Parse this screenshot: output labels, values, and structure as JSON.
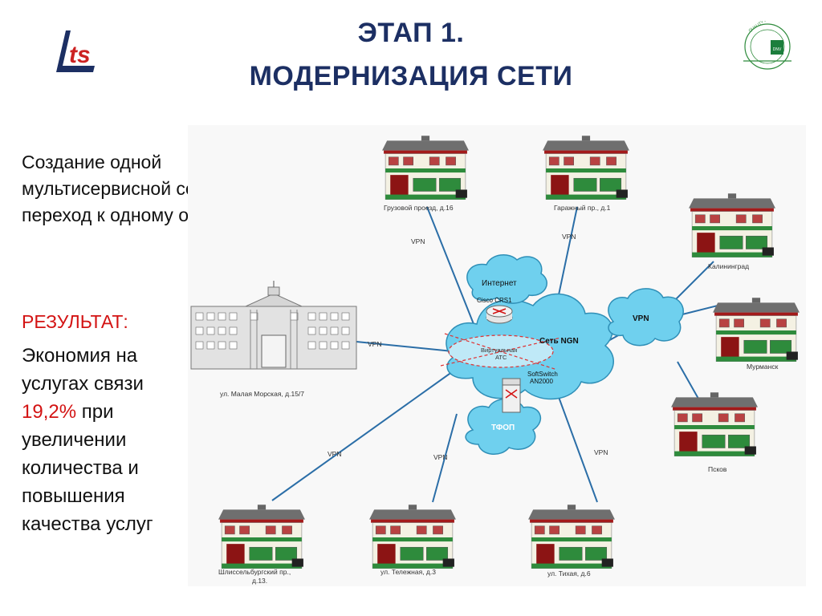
{
  "title": {
    "line1": "ЭТАП 1.",
    "line2": "МОДЕРНИЗАЦИЯ СЕТИ"
  },
  "logo": {
    "text": "ts",
    "brand_color": "#cc2222",
    "frame_color": "#1c2f63"
  },
  "certificate": {
    "text": "QUALITY SYSTEM CERTIFICATION",
    "badge": "DNV"
  },
  "intro": {
    "line1": "Создание одной",
    "line2": "мультисервисной сети (NGN) и",
    "line3": "переход к одному оператору."
  },
  "result": {
    "label": "РЕЗУЛЬТАТ:",
    "line1": "Экономия на",
    "line2": "услугах связи",
    "percent": "19,2%",
    "after_percent": " при",
    "line4": "увеличении",
    "line5": "количества и",
    "line6": "повышения",
    "line7": "качества услуг"
  },
  "diagram": {
    "clouds": {
      "internet": "Интернет",
      "router": "Cisco CRS1",
      "ngn": "Сеть NGN",
      "pbx_line1": "Виртуальная",
      "pbx_line2": "АТС",
      "softswitch_line1": "SoftSwitch",
      "softswitch_line2": "AN2000",
      "tfop": "ТФОП",
      "vpn": "VPN"
    },
    "link_label": "VPN",
    "hq": {
      "caption": "ул. Малая Морская, д.15/7"
    },
    "sites": [
      {
        "id": "gruzovoy",
        "caption": "Грузовой проезд, д.16"
      },
      {
        "id": "garazhny",
        "caption": "Гаражный пр., д.1"
      },
      {
        "id": "kaliningrad",
        "caption": "Калининград"
      },
      {
        "id": "murmansk",
        "caption": "Мурманск"
      },
      {
        "id": "pskov",
        "caption": "Псков"
      },
      {
        "id": "shlisselburg",
        "caption_line1": "Шлиссельбургский пр.,",
        "caption_line2": "д.13."
      },
      {
        "id": "telezhnaya",
        "caption": "ул. Тележная, д.3"
      },
      {
        "id": "tikhaya",
        "caption": "ул. Тихая, д.6"
      }
    ],
    "colors": {
      "cloud": "#6fd0ee",
      "cloud_stroke": "#2f8fb7",
      "link": "#2b6ea7",
      "roof": "#6f6f6f",
      "wall": "#f4f1e3",
      "green": "#2e8b3c",
      "brick": "#a31a1a",
      "dashed": "#e03030"
    }
  }
}
